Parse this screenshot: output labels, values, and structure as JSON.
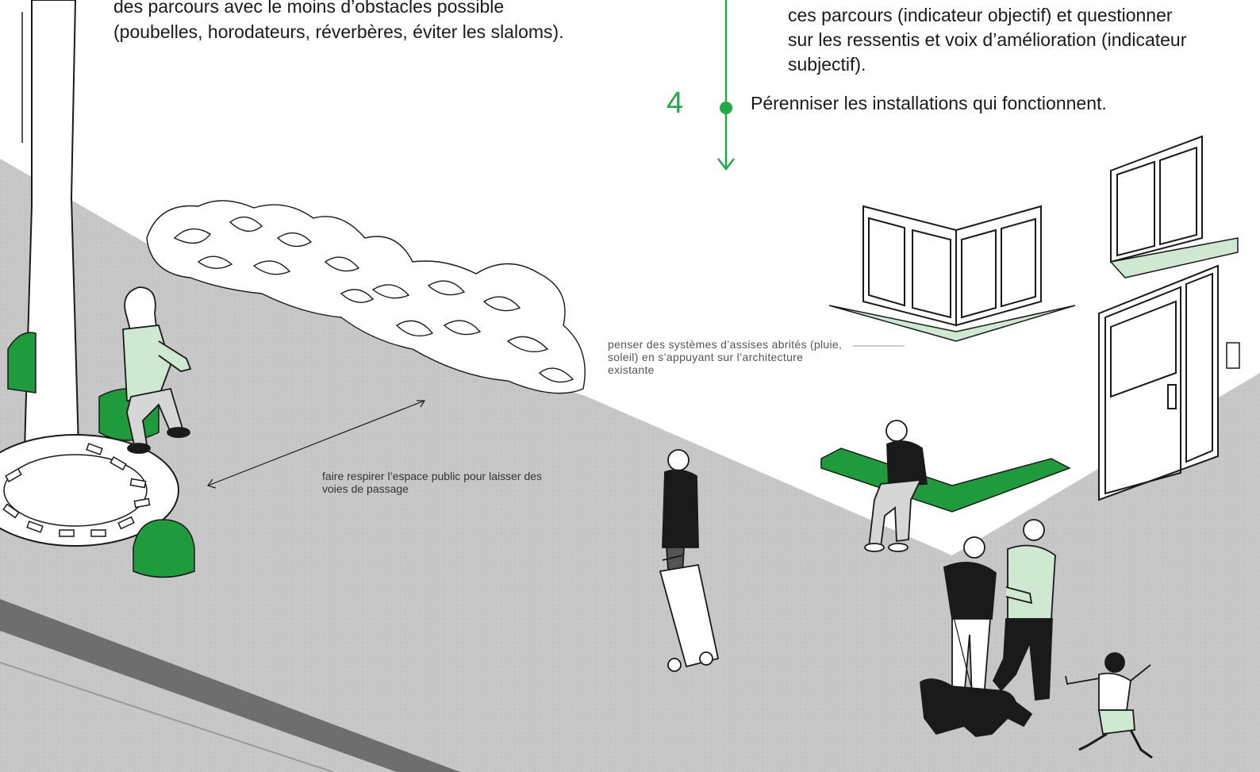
{
  "text": {
    "left_paragraph": "des parcours avec le moins d’obstacles possible (poubelles, horodateurs, réverbères, éviter les slaloms).",
    "right_paragraph": "ces parcours (indicateur objectif) et questionner sur les ressentis et voix d’amélioration (indicateur subjectif).",
    "step_number": "4",
    "step_text": "Pérenniser les installations qui fonctionnent."
  },
  "annotations": {
    "seating": "penser des systèmes d’assises abrités (pluie, soleil) en s’appuyant sur l’architecture existante",
    "space": "faire respirer l’espace public pour laisser des voies de passage"
  },
  "colors": {
    "accent_green": "#22a845",
    "furniture_green": "#1f9a3c",
    "light_green": "#cfe8d2",
    "pavement": "#c9c9c9",
    "ink": "#1a1a1a"
  }
}
